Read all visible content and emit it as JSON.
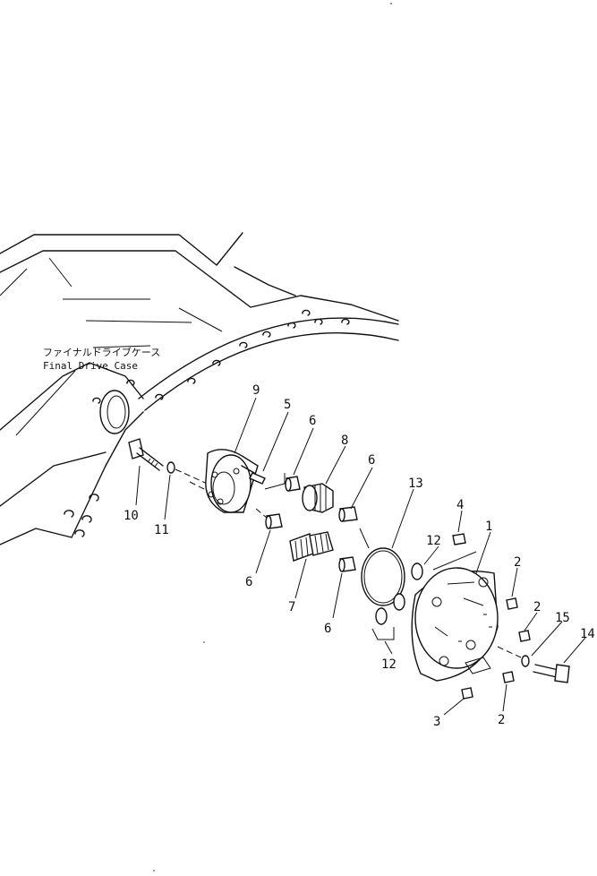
{
  "diagram": {
    "case_label_jp": "ファイナルドライブケース",
    "case_label_en": "Final Drive Case",
    "callouts": {
      "c1": "1",
      "c2a": "2",
      "c2b": "2",
      "c2c": "2",
      "c3": "3",
      "c4": "4",
      "c5": "5",
      "c6a": "6",
      "c6b": "6",
      "c6c": "6",
      "c6d": "6",
      "c7": "7",
      "c8": "8",
      "c9": "9",
      "c10": "10",
      "c11": "11",
      "c12a": "12",
      "c12b": "12",
      "c13": "13",
      "c14": "14",
      "c15": "15"
    }
  }
}
